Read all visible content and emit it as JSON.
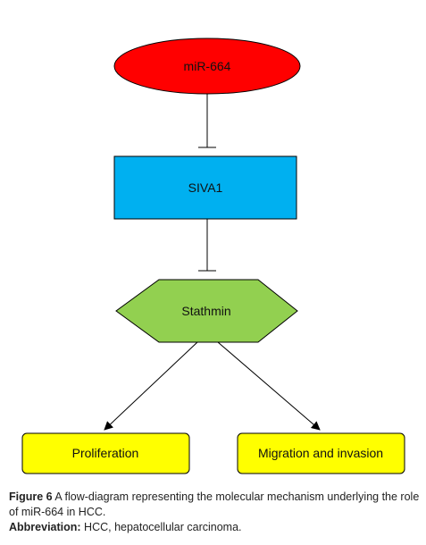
{
  "nodes": {
    "mir664": {
      "label": "miR-664",
      "fill": "#ff0000"
    },
    "siva1": {
      "label": "SIVA1",
      "fill": "#00b0f0"
    },
    "stathmin": {
      "label": "Stathmin",
      "fill": "#92d050"
    },
    "proliferation": {
      "label": "Proliferation",
      "fill": "#ffff00"
    },
    "migration": {
      "label": "Migration and invasion",
      "fill": "#ffff00"
    }
  },
  "edges": [
    {
      "from": "miR-664",
      "to": "SIVA1",
      "type": "inhibition"
    },
    {
      "from": "SIVA1",
      "to": "Stathmin",
      "type": "inhibition"
    },
    {
      "from": "Stathmin",
      "to": "Proliferation",
      "type": "activation"
    },
    {
      "from": "Stathmin",
      "to": "Migration and invasion",
      "type": "activation"
    }
  ],
  "caption": {
    "figure_label": "Figure 6",
    "figure_text": "A flow-diagram representing the molecular mechanism underlying the role of miR-664 in HCC.",
    "abbrev_label": "Abbreviation:",
    "abbrev_text": "HCC, hepatocellular carcinoma."
  }
}
